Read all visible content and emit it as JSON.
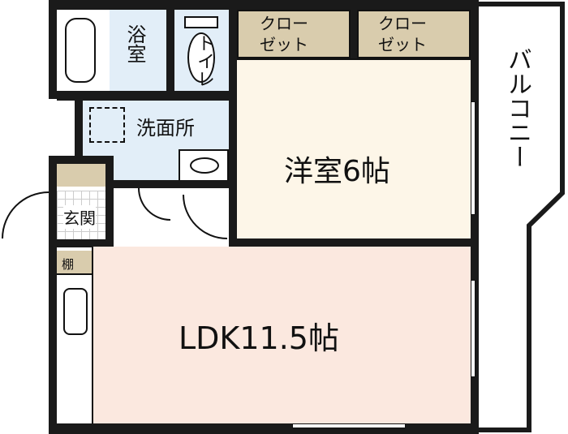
{
  "rooms": {
    "bath": "浴室",
    "toilet": "トイレ",
    "washroom": "洗面所",
    "closet1": "クローゼット",
    "closet1_l1": "クロー",
    "closet1_l2": "ゼット",
    "closet2_l1": "クロー",
    "closet2_l2": "ゼット",
    "bedroom": "洋室6帖",
    "balcony": "バルコニー",
    "entrance": "玄関",
    "shelf": "棚",
    "ldk": "LDK11.5帖"
  },
  "colors": {
    "wet": "#e2eef8",
    "closet": "#d9ccad",
    "bedroom": "#fdf6e8",
    "ldk": "#fbe8df",
    "wall": "#1a1a1a"
  }
}
